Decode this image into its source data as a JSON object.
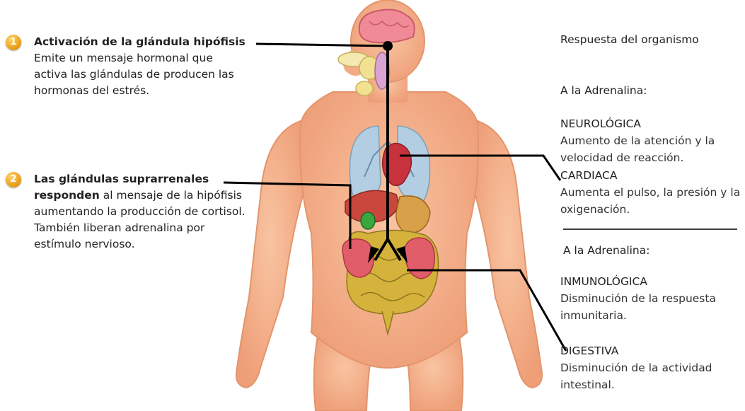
{
  "left_steps": [
    {
      "number": "1",
      "title": "Activación de la glándula hipófisis",
      "text": "Emite un mensaje hormonal que activa las glándulas de producen las hormonas del estrés."
    },
    {
      "number": "2",
      "title_bold": "Las glándulas suprarrenales responden",
      "text": " al mensaje de la hipófisis aumentando la producción de cortisol. También liberan adrenalina por estímulo nervioso."
    }
  ],
  "right_panel": {
    "title": "Respuesta del organismo",
    "section1_heading": "A la Adrenalina:",
    "neuro": {
      "label": "NEUROLÓGICA",
      "text": "Aumento de la atención y la velocidad de reacción."
    },
    "cardiaca": {
      "label": "CARDIACA",
      "text": "Aumenta el pulso, la presión y la oxigenación."
    },
    "section2_heading": "A la Adrenalina:",
    "inmuno": {
      "label": "INMUNOLÓGICA",
      "text": "Disminución de la respuesta inmunitaria."
    },
    "digestiva": {
      "label": "DIGESTIVA",
      "text": "Disminución de la actividad intestinal."
    }
  },
  "colors": {
    "skin": "#f6b48e",
    "skin_shade": "#e89a72",
    "brain": "#f08a96",
    "lungs": "#a9c6dd",
    "heart": "#c8323c",
    "liver": "#c9473d",
    "stomach": "#d9a04a",
    "intestine": "#d4b23c",
    "adrenal": "#e25d6a",
    "arrow": "#000000"
  }
}
